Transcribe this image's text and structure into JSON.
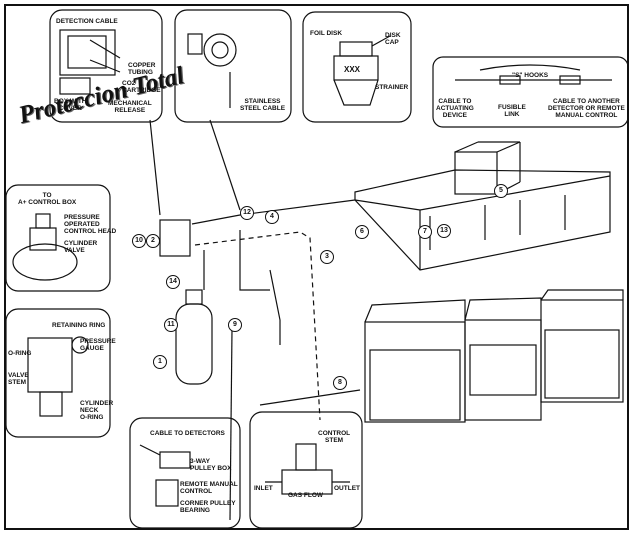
{
  "watermark": "Proteccion Total",
  "labels": {
    "detection_cable": "DETECTION CABLE",
    "copper_tubing": "COPPER\nTUBING",
    "co2_cartridge": "CO2\nCARTRIDGE",
    "box_with_cover": "BOX WITH\nCOVER",
    "mechanical_release": "MECHANICAL\nRELEASE",
    "stainless_steel_cable": "STAINLESS\nSTEEL CABLE",
    "foil_disk": "FOIL DISK",
    "disk_cap": "DISK\nCAP",
    "xxx": "XXX",
    "strainer": "STRAINER",
    "s_hooks": "\"S\" HOOKS",
    "cable_to_actuating_device": "CABLE TO\nACTUATING\nDEVICE",
    "fusible_link": "FUSIBLE\nLINK",
    "cable_to_another_detector": "CABLE TO ANOTHER\nDETECTOR OR REMOTE\nMANUAL CONTROL",
    "to_control_box": "TO\nA+ CONTROL BOX",
    "pressure_operated_control_head": "PRESSURE\nOPERATED\nCONTROL HEAD",
    "cylinder_valve": "CYLINDER\nVALVE",
    "retaining_ring": "RETAINING RING",
    "o_ring": "O-RING",
    "pressure_gauge": "PRESSURE\nGAUGE",
    "valve_stem": "VALVE\nSTEM",
    "cylinder_neck_o_ring": "CYLINDER\nNECK\nO-RING",
    "cable_to_detectors": "CABLE TO DETECTORS",
    "three_way_pulley_box": "3-WAY\nPULLEY BOX",
    "remote_manual_control": "REMOTE MANUAL\nCONTROL",
    "corner_pulley_bearing": "CORNER PULLEY\nBEARING",
    "control_stem": "CONTROL\nSTEM",
    "inlet": "INLET",
    "gas_flow": "GAS FLOW",
    "outlet": "OUTLET"
  },
  "callouts": [
    "1",
    "2",
    "3",
    "4",
    "5",
    "6",
    "7",
    "8",
    "9",
    "10",
    "11",
    "12",
    "13",
    "14"
  ]
}
